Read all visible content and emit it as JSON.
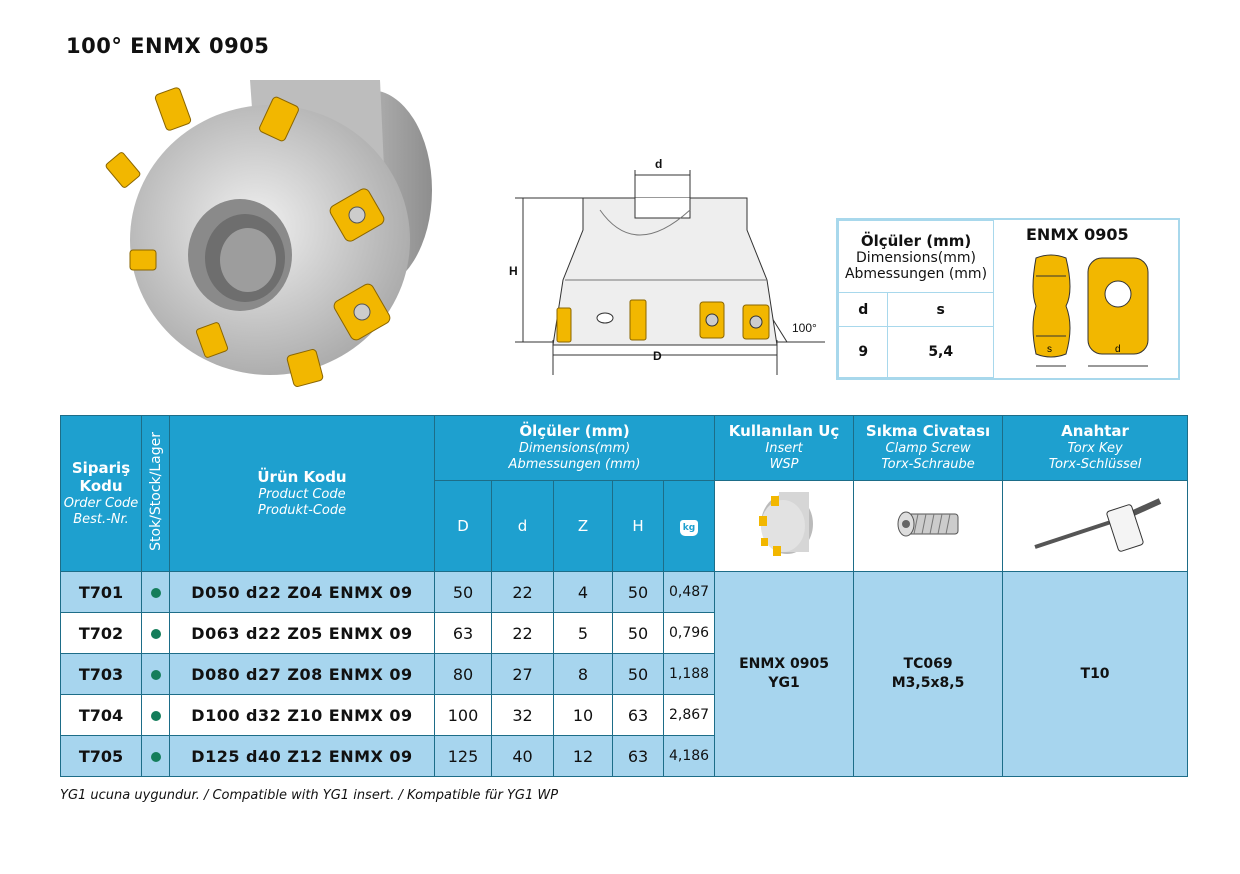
{
  "title": "100° ENMX 0905",
  "diagram": {
    "d_label": "d",
    "h_label": "H",
    "D_label": "D",
    "angle_label": "100°"
  },
  "dimensions_box": {
    "header_tr": "Ölçüler (mm)",
    "header_en": "Dimensions(mm)",
    "header_de": "Abmessungen (mm)",
    "col_d": "d",
    "col_s": "s",
    "val_d": "9",
    "val_s": "5,4",
    "insert_title": "ENMX 0905",
    "insert_s_label": "s",
    "insert_d_label": "d"
  },
  "table": {
    "h_order_tr": "Sipariş Kodu",
    "h_order_en": "Order Code",
    "h_order_de": "Best.-Nr.",
    "h_stock": "Stok/Stock/Lager",
    "h_product_tr": "Ürün Kodu",
    "h_product_en": "Product Code",
    "h_product_de": "Produkt-Code",
    "h_dims_tr": "Ölçüler (mm)",
    "h_dims_en": "Dimensions(mm)",
    "h_dims_de": "Abmessungen (mm)",
    "h_insert_tr": "Kullanılan Uç",
    "h_insert_en": "Insert",
    "h_insert_de": "WSP",
    "h_screw_tr": "Sıkma Civatası",
    "h_screw_en": "Clamp Screw",
    "h_screw_de": "Torx-Schraube",
    "h_key_tr": "Anahtar",
    "h_key_en": "Torx Key",
    "h_key_de": "Torx-Schlüssel",
    "col_D": "D",
    "col_d": "d",
    "col_Z": "Z",
    "col_H": "H",
    "col_kg": "kg",
    "rows": [
      {
        "code": "T701",
        "product": "D050 d22 Z04 ENMX 09",
        "D": "50",
        "d": "22",
        "Z": "4",
        "H": "50",
        "kg": "0,487"
      },
      {
        "code": "T702",
        "product": "D063 d22 Z05 ENMX 09",
        "D": "63",
        "d": "22",
        "Z": "5",
        "H": "50",
        "kg": "0,796"
      },
      {
        "code": "T703",
        "product": "D080 d27 Z08 ENMX 09",
        "D": "80",
        "d": "27",
        "Z": "8",
        "H": "50",
        "kg": "1,188"
      },
      {
        "code": "T704",
        "product": "D100 d32 Z10 ENMX 09",
        "D": "100",
        "d": "32",
        "Z": "10",
        "H": "63",
        "kg": "2,867"
      },
      {
        "code": "T705",
        "product": "D125 d40 Z12 ENMX 09",
        "D": "125",
        "d": "40",
        "Z": "12",
        "H": "63",
        "kg": "4,186"
      }
    ],
    "insert_l1": "ENMX 0905",
    "insert_l2": "YG1",
    "screw_l1": "TC069",
    "screw_l2": "M3,5x8,5",
    "key": "T10"
  },
  "footnote": "YG1 ucuna uygundur. / Compatible with YG1 insert. / Kompatible für YG1 WP",
  "colors": {
    "header_blue": "#1ea0cf",
    "row_blue": "#a7d5ee",
    "stock_green": "#147d5a",
    "insert_gold": "#f2b700"
  }
}
